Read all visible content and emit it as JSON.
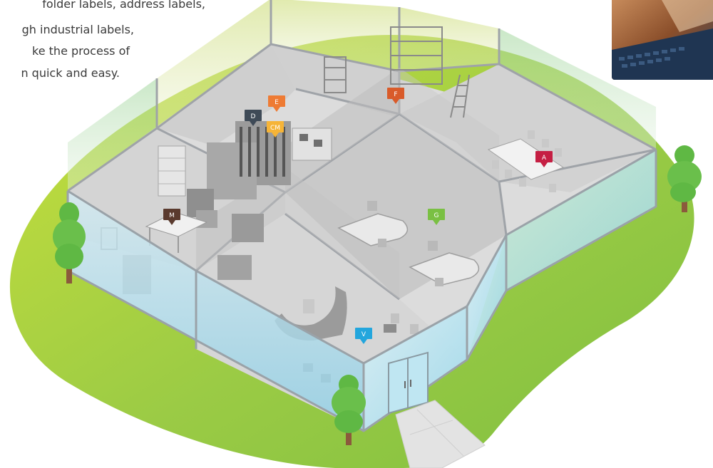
{
  "intro": {
    "lines": [
      "folder labels, address labels,",
      "gh industrial labels,",
      "ke the process of",
      "n quick and easy."
    ]
  },
  "markers": [
    {
      "label": "E",
      "color": "#EE7B34"
    },
    {
      "label": "D",
      "color": "#3E4A57"
    },
    {
      "label": "CM",
      "color": "#F6B437"
    },
    {
      "label": "F",
      "color": "#D95B2A"
    },
    {
      "label": "A",
      "color": "#C51F43"
    },
    {
      "label": "M",
      "color": "#5A3A2E"
    },
    {
      "label": "G",
      "color": "#7AC043"
    },
    {
      "label": "V",
      "color": "#23A6DD"
    }
  ],
  "colors": {
    "lawn": "#8CC63F",
    "lawn_light": "#C5DE3E",
    "wall_glass": "#BFE6F2",
    "floor": "#D8D8D8",
    "tree": "#5FB844"
  },
  "icons": [
    "tree-icon",
    "door-icon",
    "map-pin-icon",
    "laptop-photo"
  ]
}
